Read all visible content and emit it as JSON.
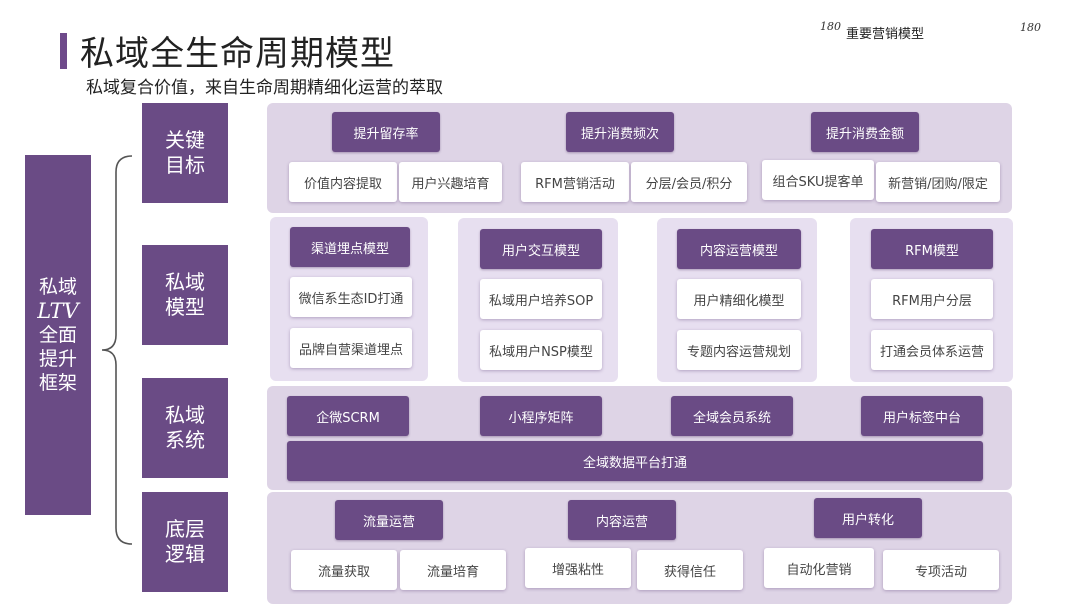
{
  "header": {
    "title": "私域全生命周期模型",
    "subtitle": "私域复合价值，来自生命周期精细化运营的萃取",
    "page_num_left": "180",
    "section_label": "重要营销模型",
    "page_num_right": "180"
  },
  "framework": {
    "lines": [
      "私域",
      "LTV",
      "全面",
      "提升",
      "框架"
    ]
  },
  "categories": [
    {
      "line1": "关键",
      "line2": "目标"
    },
    {
      "line1": "私域",
      "line2": "模型"
    },
    {
      "line1": "私域",
      "line2": "系统"
    },
    {
      "line1": "底层",
      "line2": "逻辑"
    }
  ],
  "goals": [
    {
      "label": "提升留存率",
      "items": [
        "价值内容提取",
        "用户兴趣培育"
      ]
    },
    {
      "label": "提升消费频次",
      "items": [
        "RFM营销活动",
        "分层/会员/积分"
      ]
    },
    {
      "label": "提升消费金额",
      "items": [
        "组合SKU提客单",
        "新营销/团购/限定"
      ]
    }
  ],
  "models": [
    {
      "label": "渠道埋点模型",
      "items": [
        "微信系生态ID打通",
        "品牌自营渠道埋点"
      ]
    },
    {
      "label": "用户交互模型",
      "items": [
        "私域用户培养SOP",
        "私域用户NSP模型"
      ]
    },
    {
      "label": "内容运营模型",
      "items": [
        "用户精细化模型",
        "专题内容运营规划"
      ]
    },
    {
      "label": "RFM模型",
      "items": [
        "RFM用户分层",
        "打通会员体系运营"
      ]
    }
  ],
  "systems": {
    "items": [
      "企微SCRM",
      "小程序矩阵",
      "全域会员系统",
      "用户标签中台"
    ],
    "platform": "全域数据平台打通"
  },
  "logic": [
    {
      "label": "流量运营",
      "items": [
        "流量获取",
        "流量培育"
      ]
    },
    {
      "label": "内容运营",
      "items": [
        "增强粘性",
        "获得信任"
      ]
    },
    {
      "label": "用户转化",
      "items": [
        "自动化营销",
        "专项活动"
      ]
    }
  ],
  "colors": {
    "accent": "#6a4b85",
    "panel": "#ded4e6"
  }
}
